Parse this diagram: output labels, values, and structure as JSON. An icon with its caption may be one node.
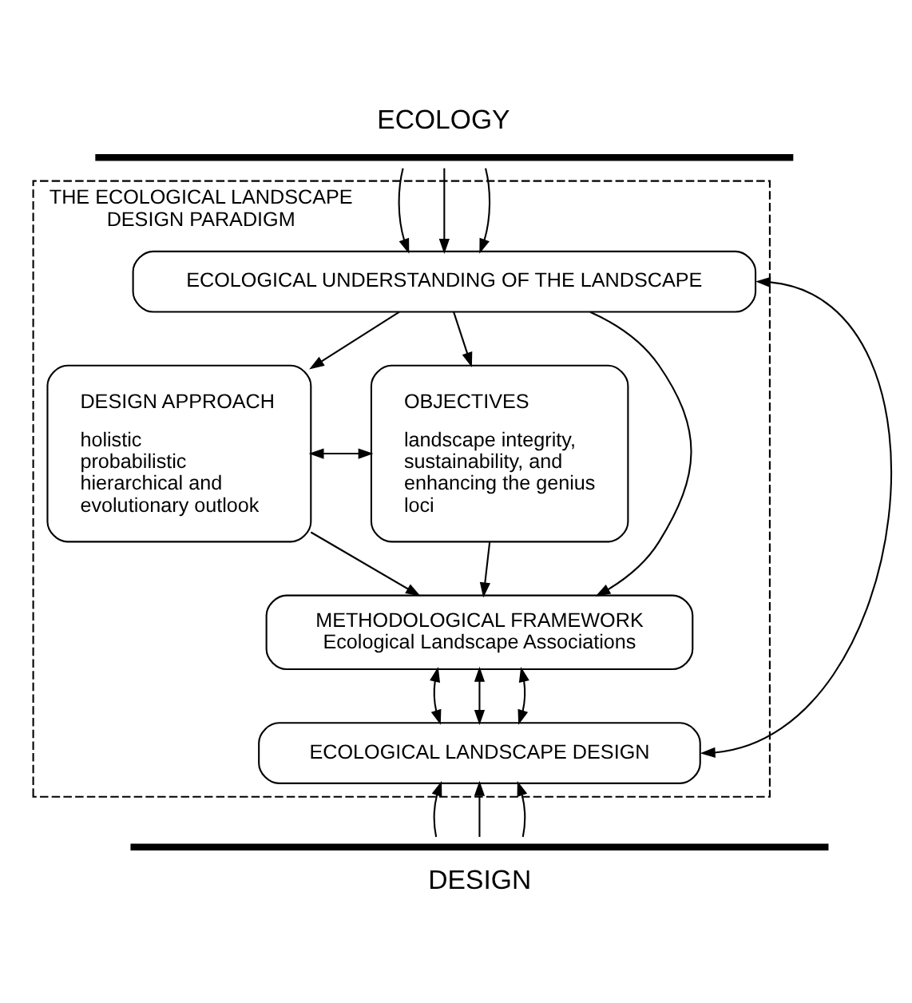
{
  "diagram": {
    "nodes": [
      {
        "text": [
          "ECOLOGY"
        ]
      },
      {
        "text": [
          "THE ECOLOGICAL LANDSCAPE DESIGN PARADIGM"
        ]
      },
      {
        "text": [
          "ECOLOGICAL UNDERSTANDING OF THE LANDSCAPE"
        ],
        "in": 1
      },
      {
        "text": [
          "DESIGN APPROACH",
          "holistic probabilistic hierarchical and evolutionary outlook"
        ],
        "in": 1
      },
      {
        "text": [
          "OBJECTIVES",
          "landscape integrity, sustainability, and enhancing the genius loci"
        ],
        "in": 1
      },
      {
        "text": [
          "METHODOLOGICAL FRAMEWORK",
          "Ecological Landscape Associations"
        ],
        "in": 1
      },
      {
        "text": [
          "ECOLOGICAL LANDSCAPE DESIGN"
        ],
        "in": 1
      },
      {
        "text": [
          "DESIGN"
        ]
      }
    ],
    "edges": [
      {
        "from": 0,
        "to": 2,
        "arrow": "to"
      },
      {
        "from": 0,
        "to": 2,
        "arrow": "to"
      },
      {
        "from": 0,
        "to": 2,
        "arrow": "to"
      },
      {
        "from": 2,
        "to": 3,
        "arrow": "to"
      },
      {
        "from": 2,
        "to": 5,
        "arrow": "to"
      },
      {
        "from": 2,
        "to": 4,
        "arrow": "to"
      },
      {
        "from": 3,
        "to": 4,
        "arrow": "both"
      },
      {
        "from": 3,
        "to": 5,
        "arrow": "to"
      },
      {
        "from": 4,
        "to": 5,
        "arrow": "to"
      },
      {
        "from": 5,
        "to": 6,
        "arrow": "both"
      },
      {
        "from": 5,
        "to": 6,
        "arrow": "both"
      },
      {
        "from": 5,
        "to": 6,
        "arrow": "both"
      },
      {
        "from": 6,
        "to": 2,
        "arrow": "both"
      },
      {
        "from": 7,
        "to": 6,
        "arrow": "to"
      },
      {
        "from": 7,
        "to": 6,
        "arrow": "to"
      },
      {
        "from": 7,
        "to": 6,
        "arrow": "to"
      }
    ]
  }
}
